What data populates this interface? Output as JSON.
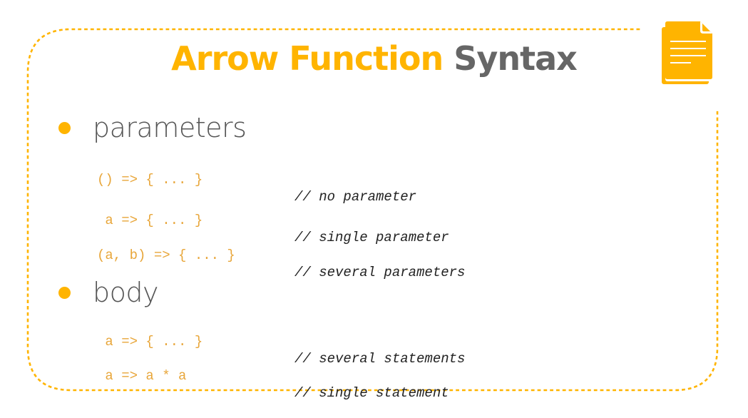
{
  "slide": {
    "title_part1": "Arrow Function",
    "title_part2": "Syntax",
    "icon": "document-icon",
    "colors": {
      "accent": "#FFB400",
      "title_gray": "#666666",
      "code": "#E8A63A",
      "comment": "#222222",
      "bullet_text": "#555555"
    },
    "sections": [
      {
        "label": "parameters",
        "rows": [
          {
            "code": "() => { ... }",
            "comment": "// no parameter"
          },
          {
            "code": " a => { ... }",
            "comment": "// single parameter"
          },
          {
            "code": "(a, b) => { ... }",
            "comment": "// several parameters"
          }
        ]
      },
      {
        "label": "body",
        "rows": [
          {
            "code": " a => { ... }",
            "comment": "// several statements"
          },
          {
            "code": " a => a * a",
            "comment": "// single statement"
          }
        ]
      }
    ]
  }
}
